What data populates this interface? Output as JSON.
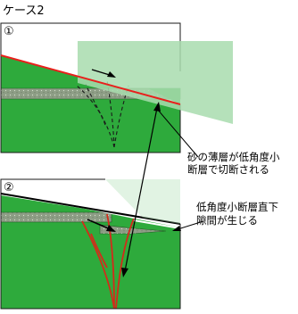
{
  "title": "ケース2",
  "panel1": {
    "marker": "①"
  },
  "panel2": {
    "marker": "②"
  },
  "annotation1": {
    "line1": "砂の薄層が低角度小",
    "line2": "断層で切断される"
  },
  "annotation2": {
    "line1": "低角度小断層直下",
    "line2": "隙間が生じる"
  },
  "colors": {
    "ground": "#2eaa3c",
    "upper_block": "#a8dcae",
    "fault_line": "#e8201c",
    "branch_fault": "#d42a1a",
    "sand_layer": "#8e9e86",
    "outline": "#000000"
  }
}
